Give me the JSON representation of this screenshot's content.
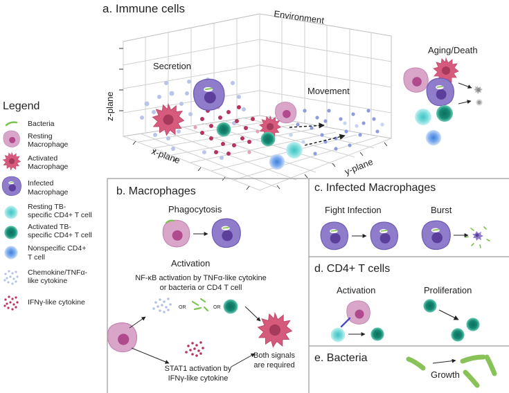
{
  "panel_a": {
    "title": "a. Immune cells",
    "environment": "Environment",
    "secretion": "Secretion",
    "movement": "Movement",
    "aging_death": "Aging/Death",
    "x_plane": "x-plane",
    "y_plane": "y-plane",
    "z_plane": "z-plane"
  },
  "legend": {
    "title": "Legend",
    "items": [
      {
        "label_lines": [
          "Bacteria"
        ],
        "icon": "bacteria-icon"
      },
      {
        "label_lines": [
          "Resting",
          "Macrophage"
        ],
        "icon": "resting-macrophage-icon"
      },
      {
        "label_lines": [
          "Activated",
          "Macrophage"
        ],
        "icon": "activated-macrophage-icon"
      },
      {
        "label_lines": [
          "Infected",
          "Macrophage"
        ],
        "icon": "infected-macrophage-icon"
      },
      {
        "label_lines": [
          "Resting TB-",
          "specific CD4+ T cell"
        ],
        "icon": "resting-tb-t-cell-icon"
      },
      {
        "label_lines": [
          "Activated TB-",
          "specific CD4+ T cell"
        ],
        "icon": "activated-tb-t-cell-icon"
      },
      {
        "label_lines": [
          "Nonspecific CD4+",
          "T cell"
        ],
        "icon": "nonspecific-t-cell-icon"
      },
      {
        "label_lines": [
          "Chemokine/TNFα-",
          "like cytokine"
        ],
        "icon": "chemokine-cytokine-icon"
      },
      {
        "label_lines": [
          "IFNγ-like cytokine"
        ],
        "icon": "ifng-cytokine-icon"
      }
    ]
  },
  "panel_b": {
    "title": "b. Macrophages",
    "phagocytosis": "Phagocytosis",
    "activation": "Activation",
    "nfkb_line1": "NF-κB activation by TNFα-like cytokine",
    "nfkb_line2": "or bacteria or CD4 T cell",
    "or1": "OR",
    "or2": "OR",
    "stat1_line1": "STAT1 activation by",
    "stat1_line2": "IFNγ-like cytokine",
    "both_line1": "Both signals",
    "both_line2": "are required"
  },
  "panel_c": {
    "title": "c. Infected Macrophages",
    "fight": "Fight Infection",
    "burst": "Burst"
  },
  "panel_d": {
    "title": "d. CD4+ T cells",
    "activation": "Activation",
    "proliferation": "Proliferation"
  },
  "panel_e": {
    "title": "e. Bacteria",
    "growth": "Growth"
  },
  "colors": {
    "resting_macrophage": "#d49bc4",
    "macrophage_nucleus": "#b04a8c",
    "activated_macrophage": "#d65a7c",
    "infected_macrophage": "#8a74c6",
    "infected_nucleus": "#5b3f9a",
    "resting_t_cell": "#9ee6e6",
    "activated_t_cell": "#1f9a82",
    "nonspecific_t_cell": "#90b8ee",
    "bacteria": "#7ec24f",
    "chemokine_dot": "#b3c0e8",
    "ifng_dot": "#b8335c",
    "divider": "#9a9a9a"
  }
}
